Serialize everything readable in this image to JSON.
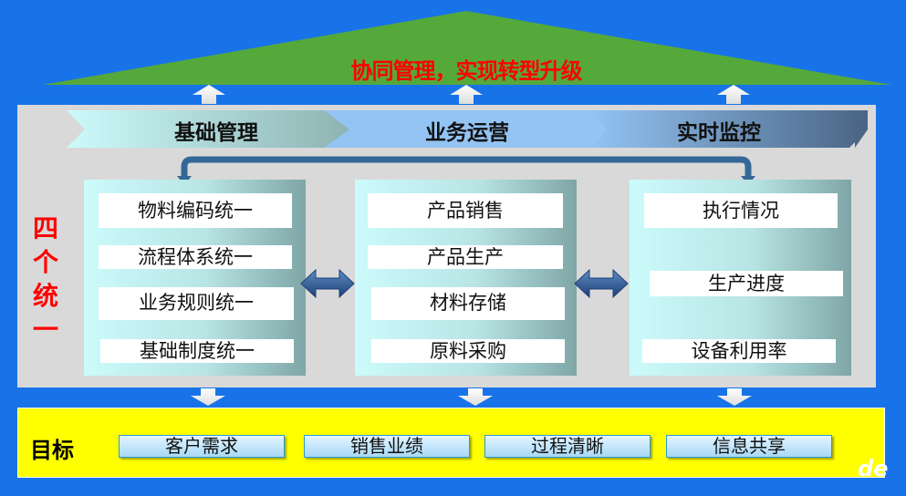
{
  "roof": {
    "title": "协同管理，实现转型升级",
    "color": "#55a93a"
  },
  "bands": [
    {
      "label": "基础管理"
    },
    {
      "label": "业务运营"
    },
    {
      "label": "实时监控"
    }
  ],
  "side_label": [
    "四",
    "个",
    "统",
    "一"
  ],
  "columns": [
    {
      "items": [
        "物料编码统一",
        "流程体系统一",
        "业务规则统一",
        "基础制度统一"
      ]
    },
    {
      "items": [
        "产品销售",
        "产品生产",
        "材料存储",
        "原料采购"
      ]
    },
    {
      "items": [
        "执行情况",
        "生产进度",
        "设备利用率"
      ]
    }
  ],
  "goals": {
    "label": "目标",
    "items": [
      "客户需求",
      "销售业绩",
      "过程清晰",
      "信息共享"
    ]
  },
  "watermark": "de",
  "colors": {
    "background": "#1873e9",
    "title": "#ff0000",
    "goals_bg": "#ffff00"
  }
}
